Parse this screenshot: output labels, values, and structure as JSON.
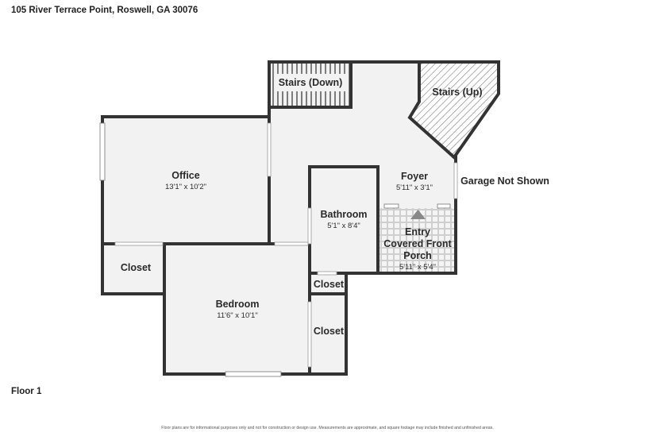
{
  "header": {
    "address": "105 River Terrace Point, Roswell, GA 30076"
  },
  "plan": {
    "floor": "Floor 1",
    "rooms": {
      "stairs_down": {
        "name": "Stairs (Down)"
      },
      "stairs_up": {
        "name": "Stairs (Up)"
      },
      "office": {
        "name": "Office",
        "dims": "13'1\" x 10'2\""
      },
      "foyer": {
        "name": "Foyer",
        "dims": "5'11\" x 3'1\""
      },
      "garage": {
        "name": "Garage Not Shown"
      },
      "bathroom": {
        "name": "Bathroom",
        "dims": "5'1\" x 8'4\""
      },
      "porch": {
        "name_line1": "Entry",
        "name_line2": "Covered Front",
        "name_line3": "Porch",
        "dims": "5'11\" x 5'4\""
      },
      "closet_left": {
        "name": "Closet"
      },
      "closet_small": {
        "name": "Closet"
      },
      "closet_right": {
        "name": "Closet"
      },
      "bedroom": {
        "name": "Bedroom",
        "dims": "11'6\" x 10'1\""
      }
    }
  },
  "footer": {
    "disclaimer": "Floor plans are for informational purposes only and not for construction or design use. Measurements are approximate, and square footage may include finished and unfinished areas."
  }
}
